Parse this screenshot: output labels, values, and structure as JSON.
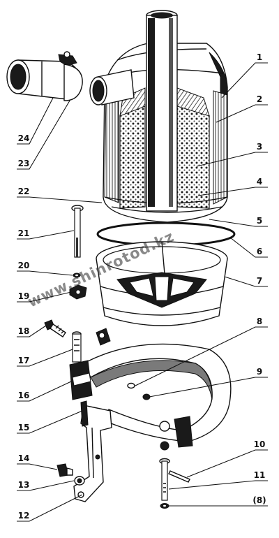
{
  "figure": {
    "watermark": "www.shinrotod.kz",
    "callouts": [
      {
        "id": "c1",
        "text": "1"
      },
      {
        "id": "c2",
        "text": "2"
      },
      {
        "id": "c3",
        "text": "3"
      },
      {
        "id": "c4",
        "text": "4"
      },
      {
        "id": "c5",
        "text": "5"
      },
      {
        "id": "c6",
        "text": "6"
      },
      {
        "id": "c7",
        "text": "7"
      },
      {
        "id": "c8",
        "text": "8"
      },
      {
        "id": "c9",
        "text": "9"
      },
      {
        "id": "c10",
        "text": "10"
      },
      {
        "id": "c11",
        "text": "11"
      },
      {
        "id": "c8b",
        "text": "(8)"
      },
      {
        "id": "c12",
        "text": "12"
      },
      {
        "id": "c13",
        "text": "13"
      },
      {
        "id": "c14",
        "text": "14"
      },
      {
        "id": "c15",
        "text": "15"
      },
      {
        "id": "c16",
        "text": "16"
      },
      {
        "id": "c17",
        "text": "17"
      },
      {
        "id": "c18",
        "text": "18"
      },
      {
        "id": "c19",
        "text": "19"
      },
      {
        "id": "c20",
        "text": "20"
      },
      {
        "id": "c21",
        "text": "21"
      },
      {
        "id": "c22",
        "text": "22"
      },
      {
        "id": "c23",
        "text": "23"
      },
      {
        "id": "c24",
        "text": "24"
      }
    ]
  }
}
